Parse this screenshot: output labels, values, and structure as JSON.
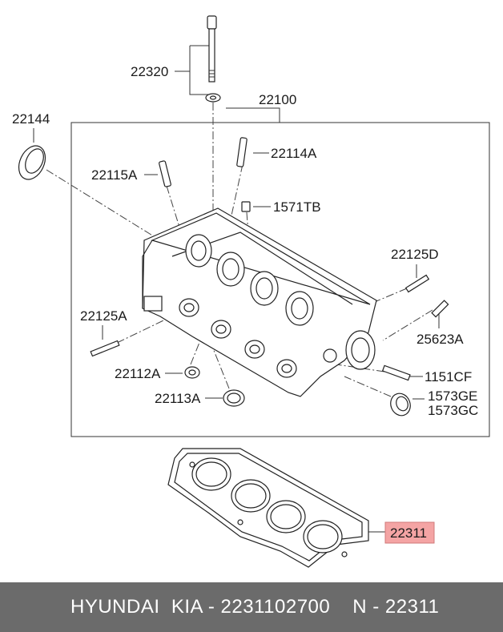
{
  "labels": {
    "bolt": "22320",
    "head_assy": "22100",
    "seal_left": "22144",
    "guide_right": "22114A",
    "guide_left": "22115A",
    "plug": "1571TB",
    "stud_right": "22125D",
    "stud_left": "22125A",
    "bolt_right": "25623A",
    "stud_bottom": "1151CF",
    "seal_small": "22112A",
    "seal_ring": "22113A",
    "cap_1": "1573GE",
    "cap_2": "1573GC",
    "gasket": "22311"
  },
  "colors": {
    "highlight": "#f4a4a4",
    "footer_bg": "#6b6b6b"
  },
  "footer": {
    "brand_part": "HYUNDAI  KIA - 2231102700",
    "number": "N - 22311"
  }
}
